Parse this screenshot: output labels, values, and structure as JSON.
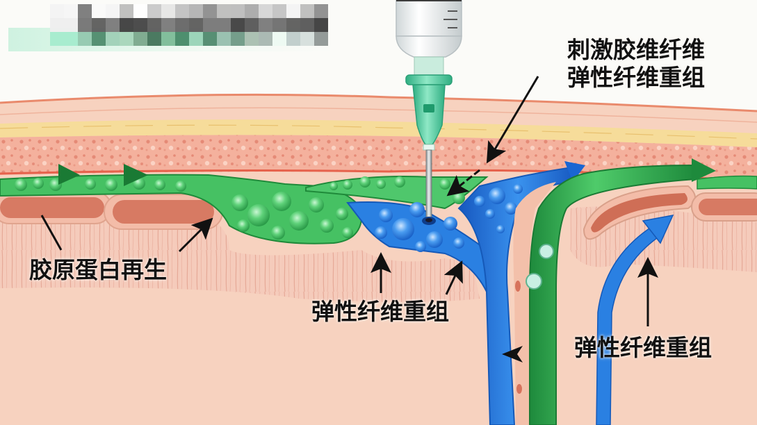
{
  "figure": {
    "type": "medical-illustration",
    "subject": "skin cross-section with needle injection",
    "watermark": {
      "state": "pixelated/blurred",
      "text": ""
    }
  },
  "labels": {
    "collagen_regeneration": "胶原蛋白再生",
    "stimulate_fibroblast_line1": "刺激胶维纤维",
    "stimulate_fibroblast_line2": "弹性纤维重组",
    "elastic_remodel_center": "弹性纤维重组",
    "elastic_remodel_right": "弹性纤维重组"
  },
  "colors": {
    "background": "#fbfbf8",
    "epidermis": "#f4c7ae",
    "epidermis_line": "#e98a6c",
    "yellow_band": "#f6dc9a",
    "dermis_dotted": "#f2a995",
    "green_flow": "#3fbf5c",
    "green_dark": "#1f8a3a",
    "blue_flow": "#2a7fe0",
    "blue_dark": "#1559b8",
    "fiber_band": "#f3c2ae",
    "vessel_red": "#d77a63",
    "fat_bg": "#fbe8d2",
    "fat_cell": "#e0a878",
    "fat_cell_light": "#edc79d",
    "syringe_hub": "#5fd3a8",
    "text": "#111111"
  },
  "syringe": {
    "scale_marks": 3
  }
}
